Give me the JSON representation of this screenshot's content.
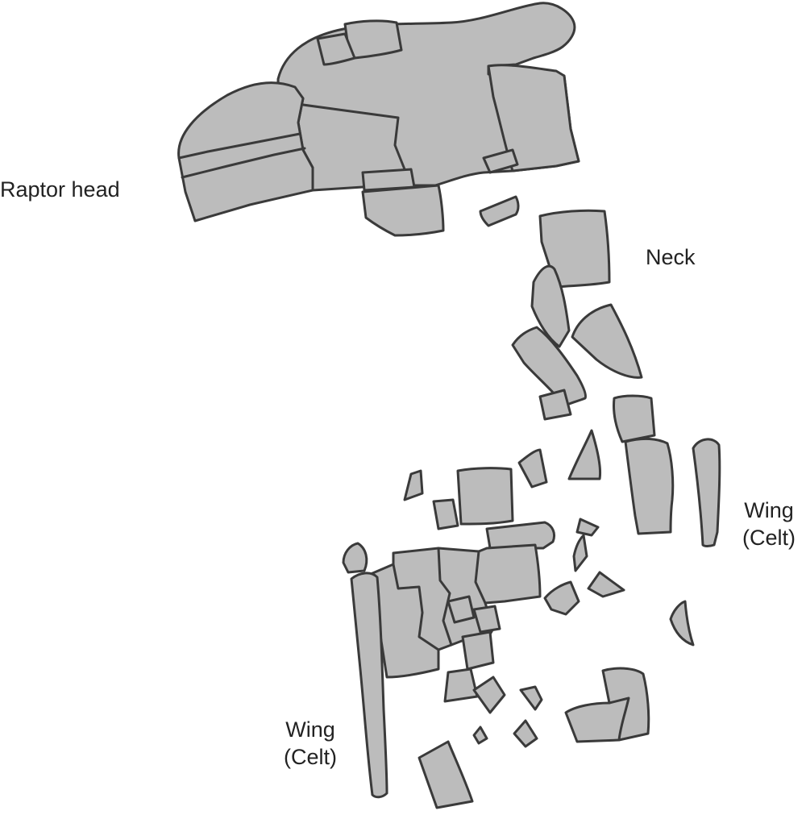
{
  "labels": {
    "raptor_head": "Raptor head",
    "neck": "Neck",
    "wing_right_line1": "Wing",
    "wing_right_line2": "(Celt)",
    "wing_left_line1": "Wing",
    "wing_left_line2": "(Celt)"
  },
  "colors": {
    "fragment_fill": "#bcbcbc",
    "fragment_outline": "#3a3a3a",
    "label_text": "#222222",
    "background": "#ffffff"
  }
}
